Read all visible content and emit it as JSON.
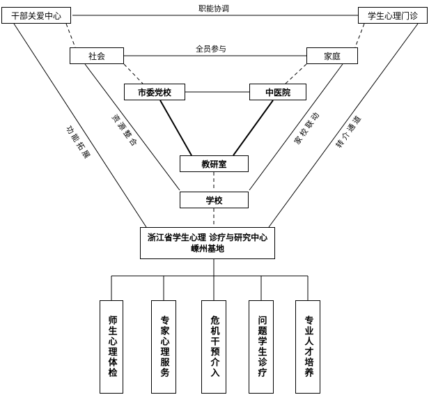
{
  "nodes": {
    "cadre_center": "干部关爱中心",
    "student_clinic": "学生心理门诊",
    "society": "社会",
    "family": "家庭",
    "party_school": "市委党校",
    "tcm_hospital": "中医院",
    "teaching_office": "教研室",
    "school": "学校",
    "base_line1": "浙江省学生心理 诊疗与研究中心",
    "base_line2": "嵊州基地"
  },
  "edge_labels": {
    "coordination": "职能协调",
    "participation": "全员参与",
    "function_expand": "功能拓展",
    "resource_integrate": "资源整合",
    "home_school": "家校联动",
    "referral": "转介通道"
  },
  "services": [
    "师生心理体检",
    "专家心理服务",
    "危机干预介入",
    "问题学生诊疗",
    "专业人才培养"
  ]
}
